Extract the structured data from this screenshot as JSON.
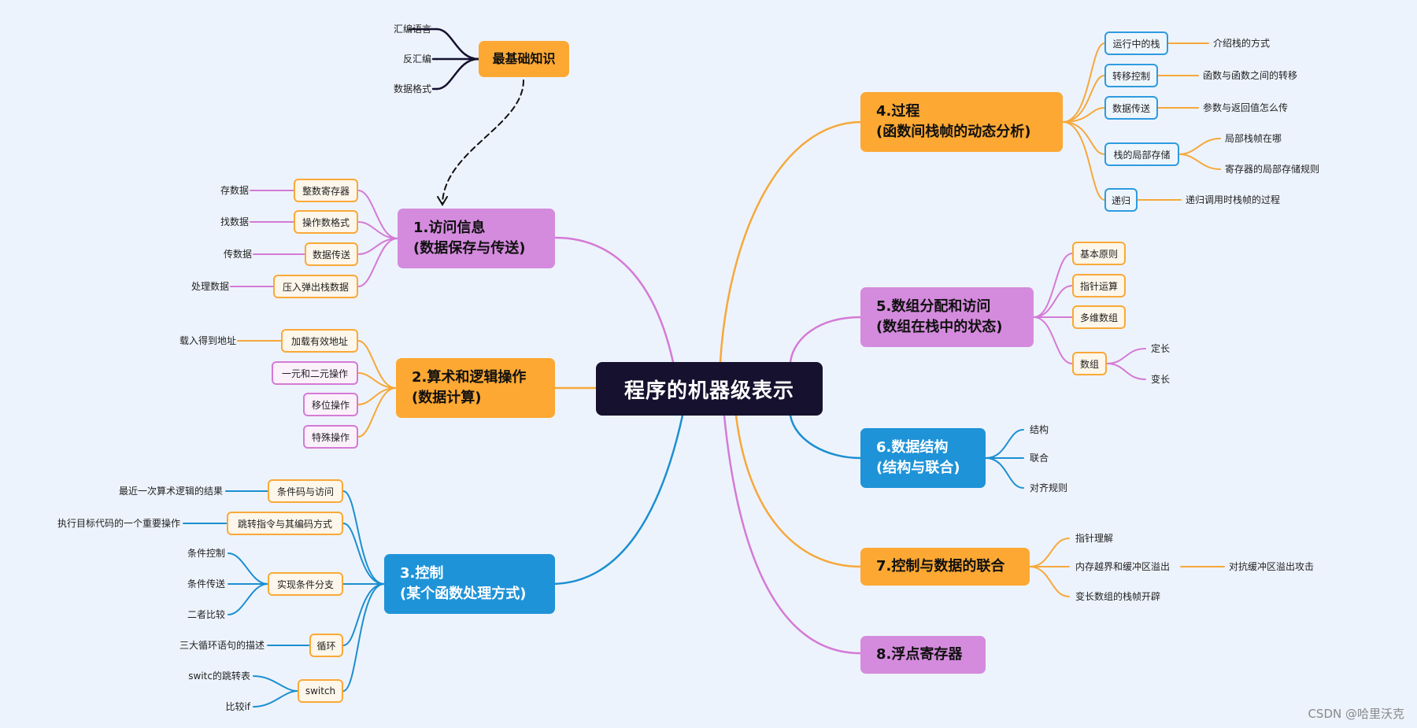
{
  "colors": {
    "orange": "#fca833",
    "pink": "#d48bdd",
    "blue": "#1f93d8",
    "root_bg": "#15112e",
    "link_orange": "#f6a83b",
    "link_pink": "#d47ad6",
    "link_blue": "#1b8fd0"
  },
  "root": {
    "label": "程序的机器级表示"
  },
  "basics": {
    "label": "最基础知识",
    "leaves": [
      "汇编语言",
      "反汇编",
      "数据格式"
    ]
  },
  "topic1": {
    "line1": "1.访问信息",
    "line2": "(数据保存与传送)",
    "subs": [
      {
        "label": "整数寄存器",
        "leaf": "存数据"
      },
      {
        "label": "操作数格式",
        "leaf": "找数据"
      },
      {
        "label": "数据传送",
        "leaf": "传数据"
      },
      {
        "label": "压入弹出栈数据",
        "leaf": "处理数据"
      }
    ]
  },
  "topic2": {
    "line1": "2.算术和逻辑操作",
    "line2": "(数据计算)",
    "subs": [
      {
        "label": "加载有效地址",
        "leaf": "载入得到地址"
      },
      {
        "label": "一元和二元操作"
      },
      {
        "label": "移位操作"
      },
      {
        "label": "特殊操作"
      }
    ]
  },
  "topic3": {
    "line1": "3.控制",
    "line2": "(某个函数处理方式)",
    "subs": [
      {
        "label": "条件码与访问",
        "leaves": [
          "最近一次算术逻辑的结果"
        ]
      },
      {
        "label": "跳转指令与其编码方式",
        "leaves": [
          "执行目标代码的一个重要操作"
        ]
      },
      {
        "label": "实现条件分支",
        "leaves": [
          "条件控制",
          "条件传送",
          "二者比较"
        ]
      },
      {
        "label": "循环",
        "leaves": [
          "三大循环语句的描述"
        ]
      },
      {
        "label": "switch",
        "leaves": [
          "switc的跳转表",
          "比较if"
        ]
      }
    ]
  },
  "topic4": {
    "line1": "4.过程",
    "line2": "(函数间栈帧的动态分析)",
    "subs": [
      {
        "label": "运行中的栈",
        "leaves": [
          "介绍栈的方式"
        ]
      },
      {
        "label": "转移控制",
        "leaves": [
          "函数与函数之间的转移"
        ]
      },
      {
        "label": "数据传送",
        "leaves": [
          "参数与返回值怎么传"
        ]
      },
      {
        "label": "栈的局部存储",
        "leaves": [
          "局部栈帧在哪",
          "寄存器的局部存储规则"
        ]
      },
      {
        "label": "递归",
        "leaves": [
          "递归调用时栈帧的过程"
        ]
      }
    ]
  },
  "topic5": {
    "line1": "5.数组分配和访问",
    "line2": "(数组在栈中的状态)",
    "subs": [
      {
        "label": "基本原则"
      },
      {
        "label": "指针运算"
      },
      {
        "label": "多维数组"
      },
      {
        "label": "数组",
        "leaves": [
          "定长",
          "变长"
        ]
      }
    ]
  },
  "topic6": {
    "line1": "6.数据结构",
    "line2": "(结构与联合)",
    "leaves": [
      "结构",
      "联合",
      "对齐规则"
    ]
  },
  "topic7": {
    "line1": "7.控制与数据的联合",
    "leaves": [
      "指针理解",
      "内存越界和缓冲区溢出",
      "变长数组的栈帧开辟"
    ],
    "extra_leaf": "对抗缓冲区溢出攻击"
  },
  "topic8": {
    "line1": "8.浮点寄存器"
  },
  "footer": {
    "text": "CSDN @哈里沃克"
  }
}
